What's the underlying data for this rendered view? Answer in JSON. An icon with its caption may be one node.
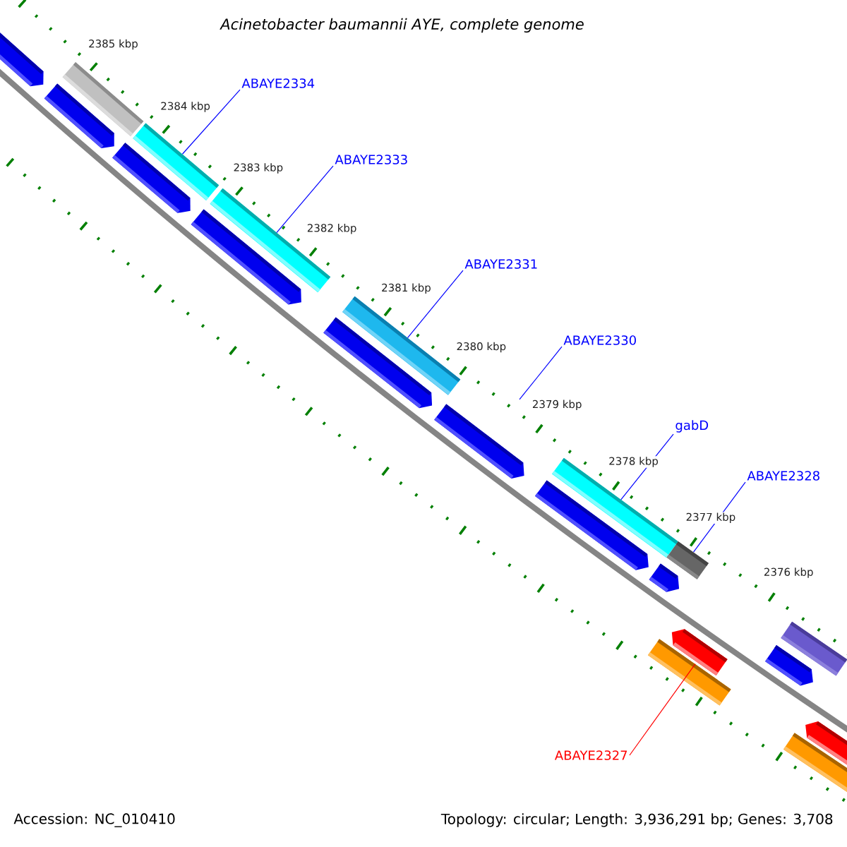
{
  "diagram": {
    "title": "Acinetobacter baumannii AYE, complete genome",
    "nodes": [
      {
        "text": [
          "ABAYE2334"
        ]
      },
      {
        "text": [
          "ABAYE2333"
        ]
      },
      {
        "text": [
          "ABAYE2331"
        ]
      },
      {
        "text": [
          "ABAYE2330"
        ]
      },
      {
        "text": [
          "gabD"
        ]
      },
      {
        "text": [
          "ABAYE2328"
        ]
      },
      {
        "text": [
          "ABAYE2327"
        ]
      },
      {
        "text": [],
        "shape": "pentagon"
      },
      {
        "text": [],
        "shape": "pentagon"
      },
      {
        "text": [],
        "shape": "bar"
      },
      {
        "text": [],
        "shape": "pentagon"
      },
      {
        "text": [],
        "shape": "bar"
      },
      {
        "text": [],
        "shape": "pentagon"
      },
      {
        "text": [],
        "shape": "bar"
      },
      {
        "text": [],
        "shape": "pentagon"
      },
      {
        "text": [],
        "shape": "bar"
      },
      {
        "text": [],
        "shape": "pentagon"
      },
      {
        "text": [],
        "shape": "pentagon"
      },
      {
        "text": [],
        "shape": "bar"
      },
      {
        "text": [],
        "shape": "bar"
      },
      {
        "text": [],
        "shape": "pentagon"
      },
      {
        "text": [],
        "shape": "bar"
      },
      {
        "text": [],
        "shape": "pentagon"
      },
      {
        "text": [],
        "shape": "pentagon"
      },
      {
        "text": [],
        "shape": "bar"
      },
      {
        "text": [],
        "shape": "bar"
      },
      {
        "text": [],
        "shape": "pentagon"
      }
    ],
    "edges": [
      {
        "from": 0,
        "to": 11,
        "arrow": "none"
      },
      {
        "from": 1,
        "to": 13,
        "arrow": "none"
      },
      {
        "from": 2,
        "to": 15,
        "arrow": "none"
      },
      {
        "from": 3,
        "to": null,
        "arrow": "none"
      },
      {
        "from": 4,
        "to": 18,
        "arrow": "none"
      },
      {
        "from": 5,
        "to": 21,
        "arrow": "none"
      },
      {
        "from": 6,
        "to": 19,
        "arrow": "none",
        "color": "#ff0000"
      }
    ],
    "labels": [
      "2385 kbp",
      "2384 kbp",
      "2383 kbp",
      "2382 kbp",
      "2381 kbp",
      "2380 kbp",
      "2379 kbp",
      "2378 kbp",
      "2377 kbp",
      "2376 kbp",
      "Accession: NC_010410",
      "Topology: circular; Length: 3,936,291 bp; Genes: 3,708"
    ]
  }
}
